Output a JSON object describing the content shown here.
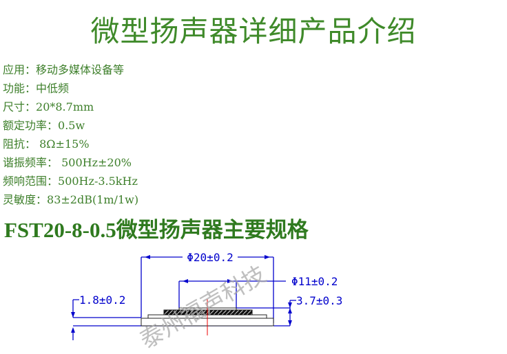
{
  "title": "微型扬声器详细产品介绍",
  "specs": [
    {
      "label": "应用：",
      "value": "移动多媒体设备等"
    },
    {
      "label": "功能：",
      "value": "中低频"
    },
    {
      "label": "尺寸：",
      "value": "20*8.7mm"
    },
    {
      "label": "额定功率：",
      "value": "0.5w"
    },
    {
      "label": "阻抗：",
      "value": " 8Ω±15%"
    },
    {
      "label": "谐振频率：",
      "value": " 500Hz±20%"
    },
    {
      "label": "频响范围：",
      "value": "500Hz-3.5kHz"
    },
    {
      "label": "灵敏度：",
      "value": "83±2dB(1m/1w)"
    }
  ],
  "subtitle": "FST20-8-0.5微型扬声器主要规格",
  "diagram": {
    "outer_diameter": "Φ20±0.2",
    "inner_diameter": "Φ11±0.2",
    "left_height": "1.8±0.2",
    "right_height": "3.7±0.3",
    "watermark": "泰州福声科技",
    "line_color": "#0000cc"
  }
}
